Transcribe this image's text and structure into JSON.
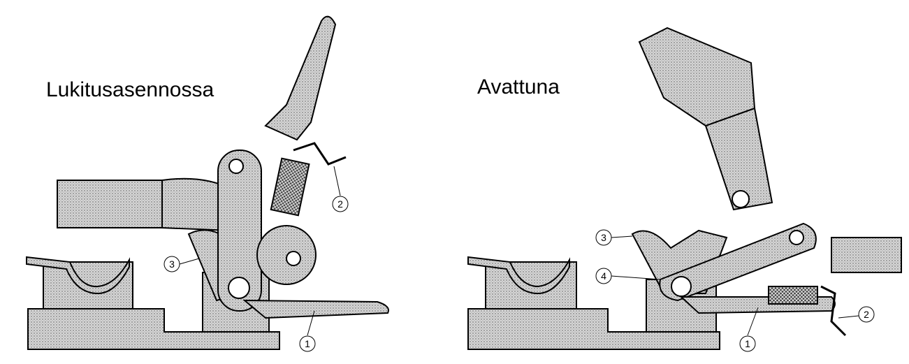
{
  "left_view": {
    "title": "Lukitusasennossa",
    "callouts": [
      "2",
      "3",
      "1"
    ]
  },
  "right_view": {
    "title": "Avattuna",
    "callouts": [
      "3",
      "4",
      "1",
      "2"
    ]
  },
  "colors": {
    "line": "#000000",
    "fill": "#c8c8c8"
  }
}
